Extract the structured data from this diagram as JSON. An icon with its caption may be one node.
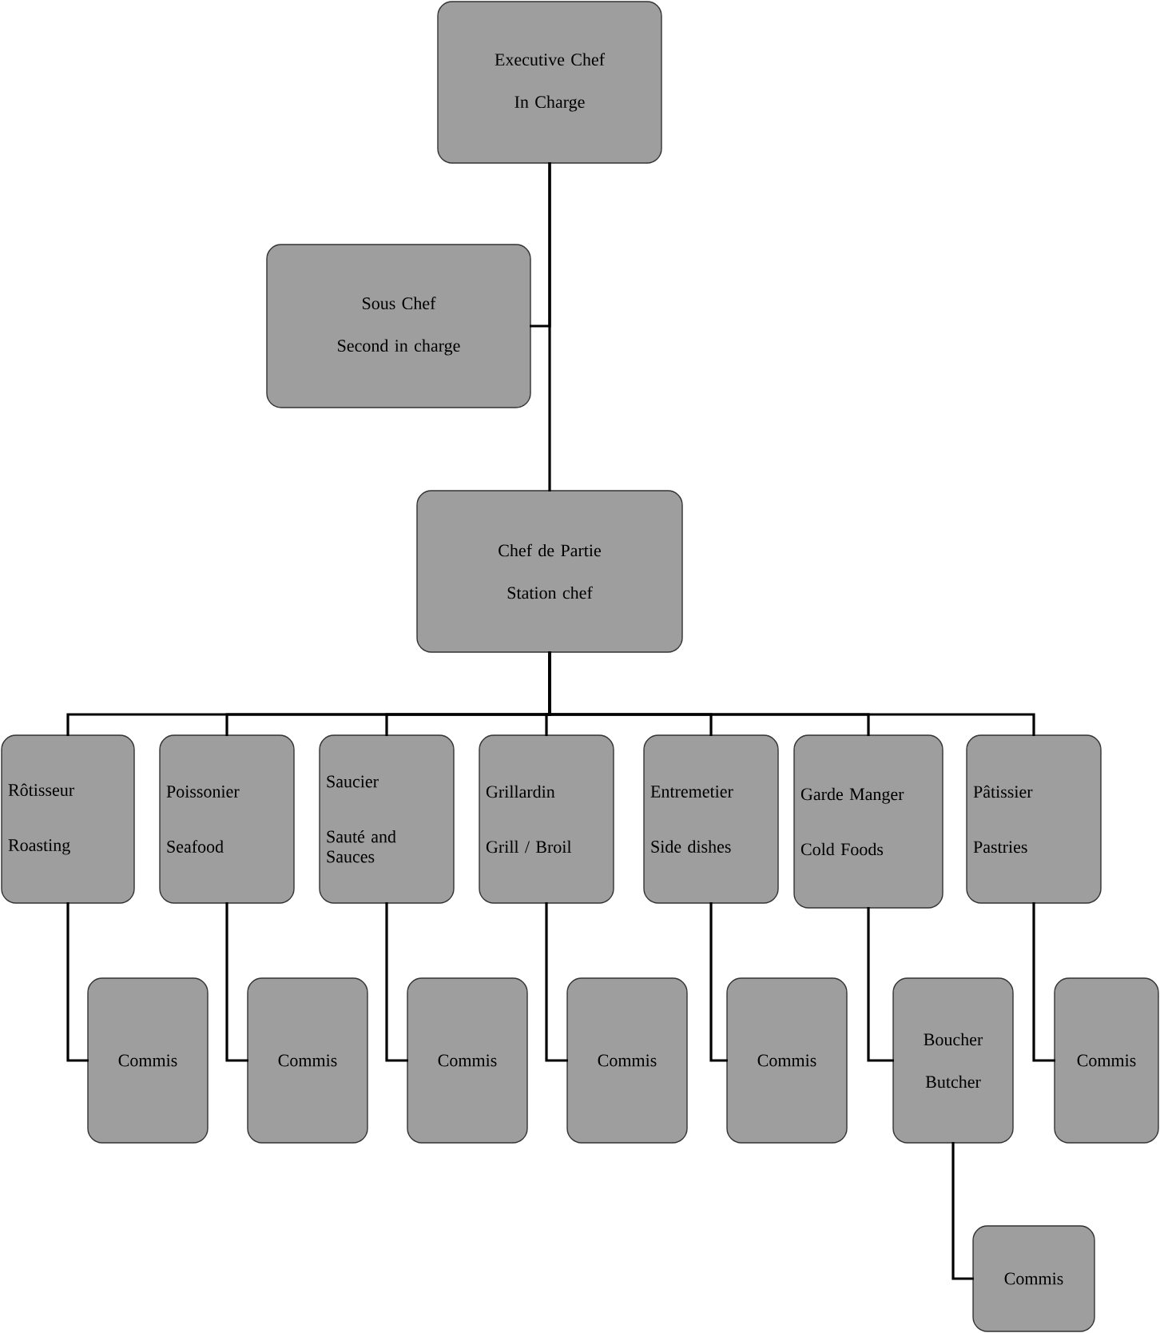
{
  "diagram": {
    "nodes": [
      {
        "text": [
          "Executive Chef",
          "In Charge"
        ]
      },
      {
        "text": [
          "Sous Chef",
          "Second in charge"
        ]
      },
      {
        "text": [
          "Chef de Partie",
          "Station chef"
        ]
      },
      {
        "text": [
          "Rôtisseur",
          "Roasting"
        ]
      },
      {
        "text": [
          "Poissonier",
          "Seafood"
        ]
      },
      {
        "text": [
          "Saucier",
          "Sauté and Sauces"
        ]
      },
      {
        "text": [
          "Grillardin",
          "Grill / Broil"
        ]
      },
      {
        "text": [
          "Entremetier",
          "Side dishes"
        ]
      },
      {
        "text": [
          "Garde Manger",
          "Cold Foods"
        ]
      },
      {
        "text": [
          "Pâtissier",
          "Pastries"
        ]
      },
      {
        "text": [
          "Commis"
        ]
      },
      {
        "text": [
          "Commis"
        ]
      },
      {
        "text": [
          "Commis"
        ]
      },
      {
        "text": [
          "Commis"
        ]
      },
      {
        "text": [
          "Commis"
        ]
      },
      {
        "text": [
          "Boucher",
          "Butcher"
        ]
      },
      {
        "text": [
          "Commis"
        ]
      },
      {
        "text": [
          "Commis"
        ]
      }
    ],
    "edges": [
      {
        "from": 0,
        "to": 1,
        "arrow": "none"
      },
      {
        "from": 0,
        "to": 2,
        "arrow": "none"
      },
      {
        "from": 2,
        "to": 3,
        "arrow": "none"
      },
      {
        "from": 2,
        "to": 4,
        "arrow": "none"
      },
      {
        "from": 2,
        "to": 5,
        "arrow": "none"
      },
      {
        "from": 2,
        "to": 6,
        "arrow": "none"
      },
      {
        "from": 2,
        "to": 7,
        "arrow": "none"
      },
      {
        "from": 2,
        "to": 8,
        "arrow": "none"
      },
      {
        "from": 2,
        "to": 9,
        "arrow": "none"
      },
      {
        "from": 3,
        "to": 10,
        "arrow": "none"
      },
      {
        "from": 4,
        "to": 11,
        "arrow": "none"
      },
      {
        "from": 5,
        "to": 12,
        "arrow": "none"
      },
      {
        "from": 6,
        "to": 13,
        "arrow": "none"
      },
      {
        "from": 7,
        "to": 14,
        "arrow": "none"
      },
      {
        "from": 8,
        "to": 15,
        "arrow": "none"
      },
      {
        "from": 9,
        "to": 16,
        "arrow": "none"
      },
      {
        "from": 15,
        "to": 17,
        "arrow": "none"
      }
    ]
  }
}
